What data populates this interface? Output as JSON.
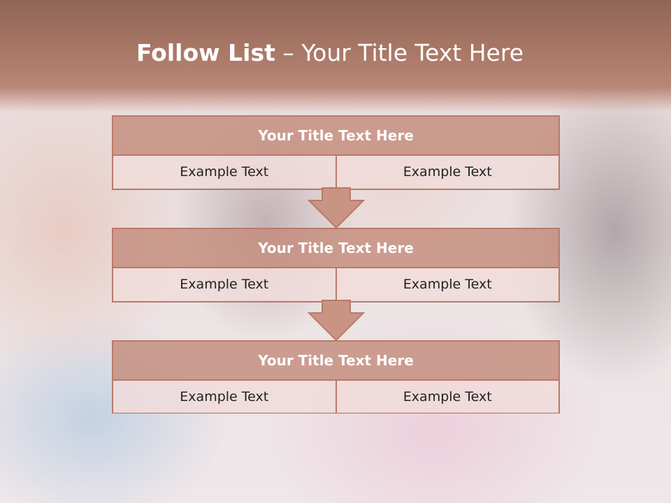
{
  "slide": {
    "title_bold": "Follow List",
    "title_sep": " – ",
    "title_rest": "Your Title Text Here"
  },
  "steps": [
    {
      "title": "Your Title Text Here",
      "left": "Example Text",
      "right": "Example Text"
    },
    {
      "title": "Your Title Text Here",
      "left": "Example Text",
      "right": "Example Text"
    },
    {
      "title": "Your Title Text Here",
      "left": "Example Text",
      "right": "Example Text"
    }
  ],
  "colors": {
    "header": "#a97766",
    "box_head": "#c48c7c",
    "box_border": "#b97a68",
    "box_cell": "#f0dcda"
  }
}
